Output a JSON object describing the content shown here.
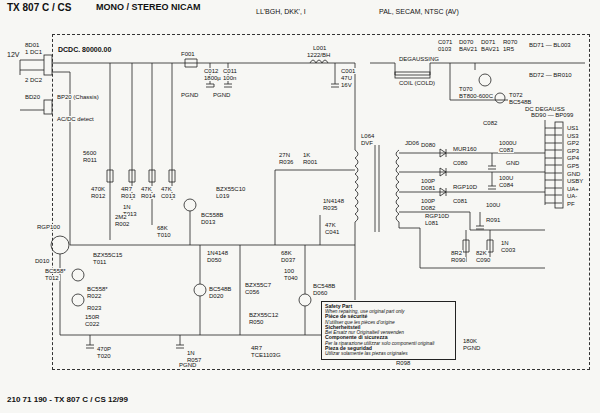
{
  "diagram": {
    "title": "TX 807 C / CS",
    "caption": "210 71 190 - TX 807 C / CS   12/99",
    "nodes": [
      {
        "text": [
          "DCDC. 80000.00"
        ]
      },
      {
        "text": [
          "Safety Part",
          "When repairing, use original part only",
          "Pièce de sécurité",
          "N'utiliser que les pièces d'origine",
          "Sicherheitsteil",
          "Bei Ersatz nur Originalteil verwenden",
          "Componente di sicurezza",
          "Per la riparazione utilizzar solo componenti originali",
          "Pieza de seguridad",
          "Utilizar solamente las piezas originales"
        ],
        "in": 0
      }
    ],
    "labels": [
      "MONO / STEREO NICAM",
      "LL'BGH, DKK', I",
      "PAL, SECAM, NTSC (AV)",
      "12V",
      "8D01",
      "1 DC1",
      "2 DC2",
      "BD20",
      "BP20 (Chassis)",
      "AC/DC detect",
      "F001",
      "C012",
      "1800µ",
      "C011",
      "100n",
      "L001",
      "1222/BH",
      "C001",
      "47U",
      "16V",
      "PGND",
      "PGND",
      "DEGAUSSING",
      "COIL (COLD)",
      "C071",
      "0103",
      "D070",
      "BAV21",
      "D071",
      "BAV21",
      "R070",
      "1R5",
      "BD71 — BL003",
      "T070",
      "BT800-600C",
      "T072",
      "BC548B",
      "BD72 — BR010",
      "DC DEGAUSS",
      "BD90 — BP099",
      "US1",
      "US3",
      "GP2",
      "GP3",
      "GP4",
      "GP5",
      "GND",
      "USBY",
      "UA+",
      "UA-",
      "PF",
      "GND",
      "L064",
      "DVF",
      "JD06",
      "D080",
      "MUR160",
      "C080",
      "100P",
      "D081",
      "RGP10D",
      "C081",
      "100P",
      "D082",
      "RGP10D",
      "L081",
      "C082",
      "1000U",
      "C083",
      "100U",
      "C084",
      "100U",
      "R091",
      "8R2",
      "R090",
      "82K",
      "C090",
      "1N",
      "C003",
      "5600",
      "R011",
      "470K",
      "R012",
      "4R7",
      "R013",
      "47K",
      "R014",
      "47K",
      "C013",
      "1N",
      "T013",
      "BC558B",
      "D013",
      "BZX55C10",
      "L019",
      "27N",
      "R036",
      "1K",
      "R001",
      "2M2",
      "R002",
      "68K",
      "T010",
      "RGP100",
      "D010",
      "BZX55C15",
      "T011",
      "BC558*",
      "T012",
      "BC558*",
      "R022",
      "R023",
      "150R",
      "C022",
      "470P",
      "T020",
      "BC548B",
      "D020",
      "1N4148",
      "D050",
      "BZX55C7",
      "C056",
      "1N",
      "R057",
      "68K",
      "D037",
      "1N4148",
      "R035",
      "47K",
      "C041",
      "100",
      "T040",
      "BC548B",
      "D060",
      "BZX55C12",
      "R050",
      "4R7",
      "TCE1103G",
      "R098",
      "180K",
      "PGND",
      "PGND"
    ]
  }
}
